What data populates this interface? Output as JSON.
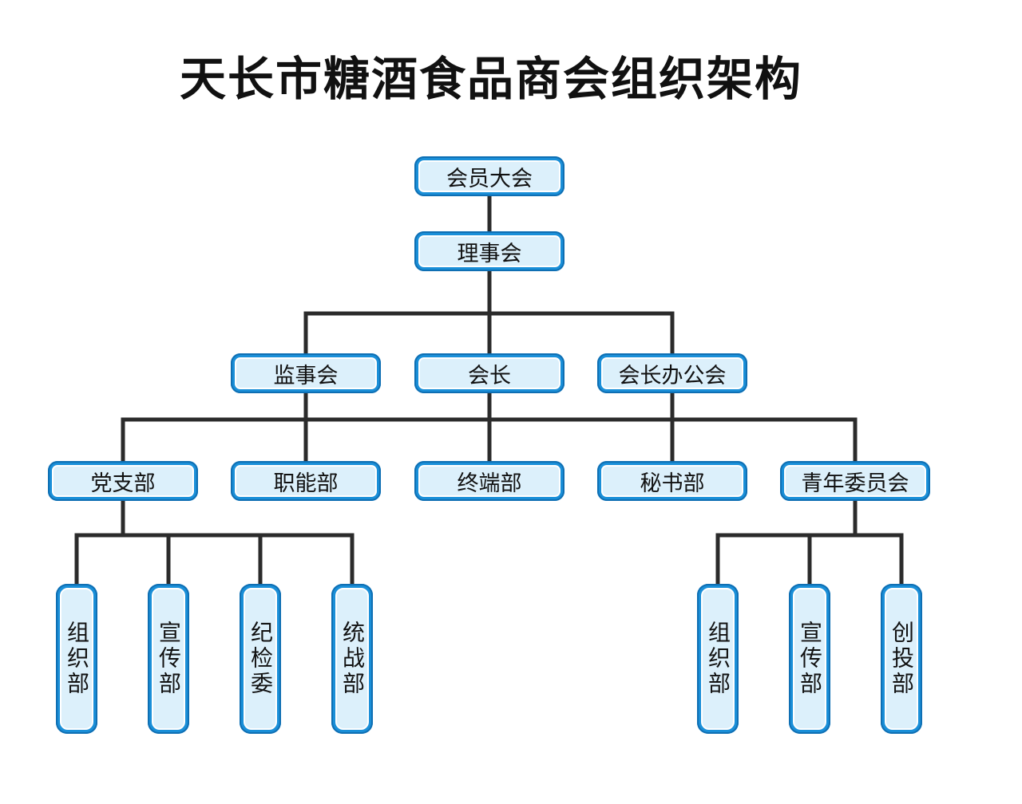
{
  "title": "天长市糖酒食品商会组织架构",
  "nodes": {
    "general_assembly": "会员大会",
    "council": "理事会",
    "supervisory_board": "监事会",
    "president": "会长",
    "president_office": "会长办公会",
    "party_branch": "党支部",
    "functional_dept": "职能部",
    "terminal_dept": "终端部",
    "secretariat": "秘书部",
    "youth_committee": "青年委员会",
    "party_organization": "组织部",
    "party_publicity": "宣传部",
    "discipline_committee": "纪检委",
    "united_front": "统战部",
    "youth_organization": "组织部",
    "youth_publicity": "宣传部",
    "venture_investment": "创投部"
  },
  "colors": {
    "box_border": "#1a8fd8",
    "box_fill": "#dcf0fb",
    "connector": "#2b2b2b"
  }
}
